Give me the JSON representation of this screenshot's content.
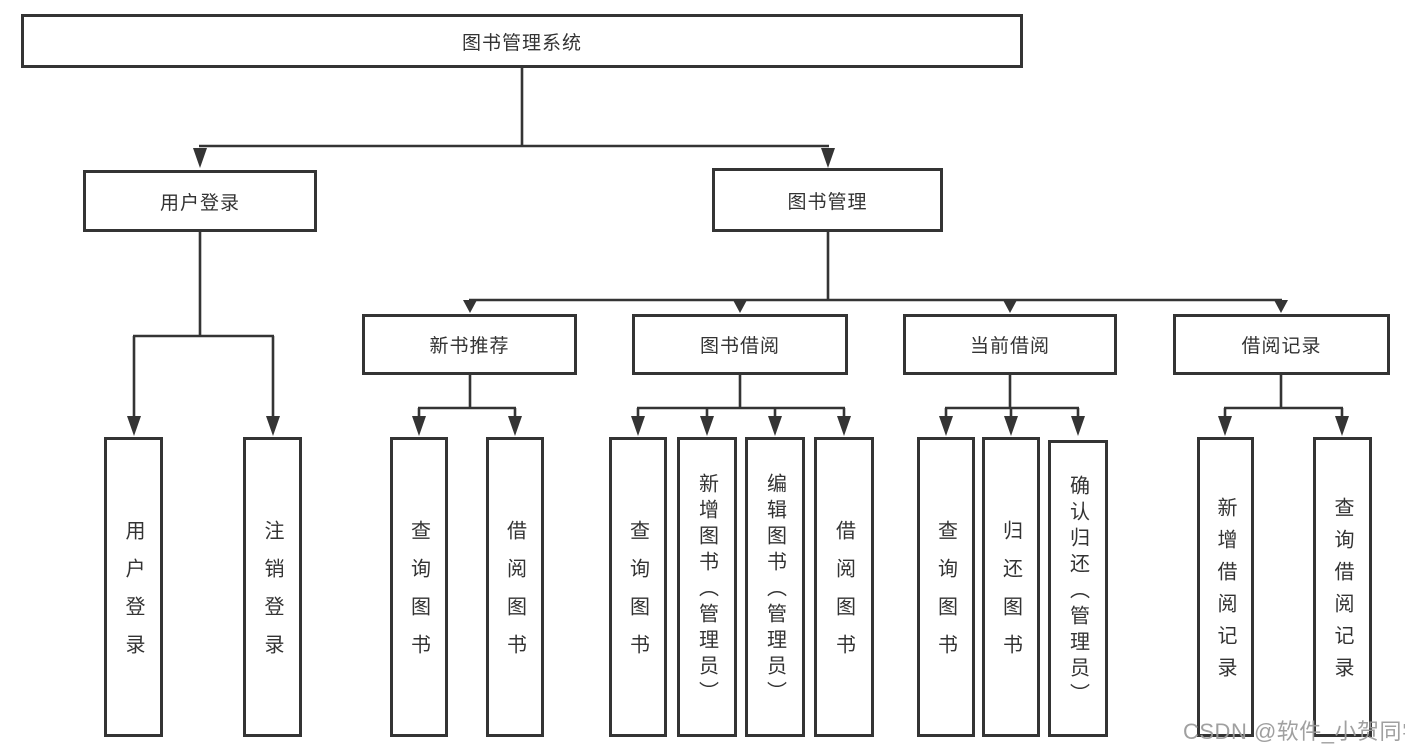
{
  "page": {
    "watermark": "CSDN @软件_小贺同学"
  },
  "colors": {
    "line": "#343434",
    "box_border": "#343434",
    "text": "#333333",
    "watermark": "#9b9b9b",
    "background": "#ffffff"
  },
  "tree": {
    "root": {
      "label": "图书管理系统"
    },
    "children": [
      {
        "label": "用户登录",
        "children": [
          {
            "label": "用户登录"
          },
          {
            "label": "注销登录"
          }
        ]
      },
      {
        "label": "图书管理",
        "children": [
          {
            "label": "新书推荐",
            "children": [
              {
                "label": "查询图书"
              },
              {
                "label": "借阅图书"
              }
            ]
          },
          {
            "label": "图书借阅",
            "children": [
              {
                "label": "查询图书"
              },
              {
                "label": "新增图书（管理员）"
              },
              {
                "label": "编辑图书（管理员）"
              },
              {
                "label": "借阅图书"
              }
            ]
          },
          {
            "label": "当前借阅",
            "children": [
              {
                "label": "查询图书"
              },
              {
                "label": "归还图书"
              },
              {
                "label": "确认归还（管理员）"
              }
            ]
          },
          {
            "label": "借阅记录",
            "children": [
              {
                "label": "新增借阅记录"
              },
              {
                "label": "查询借阅记录"
              }
            ]
          }
        ]
      }
    ]
  }
}
